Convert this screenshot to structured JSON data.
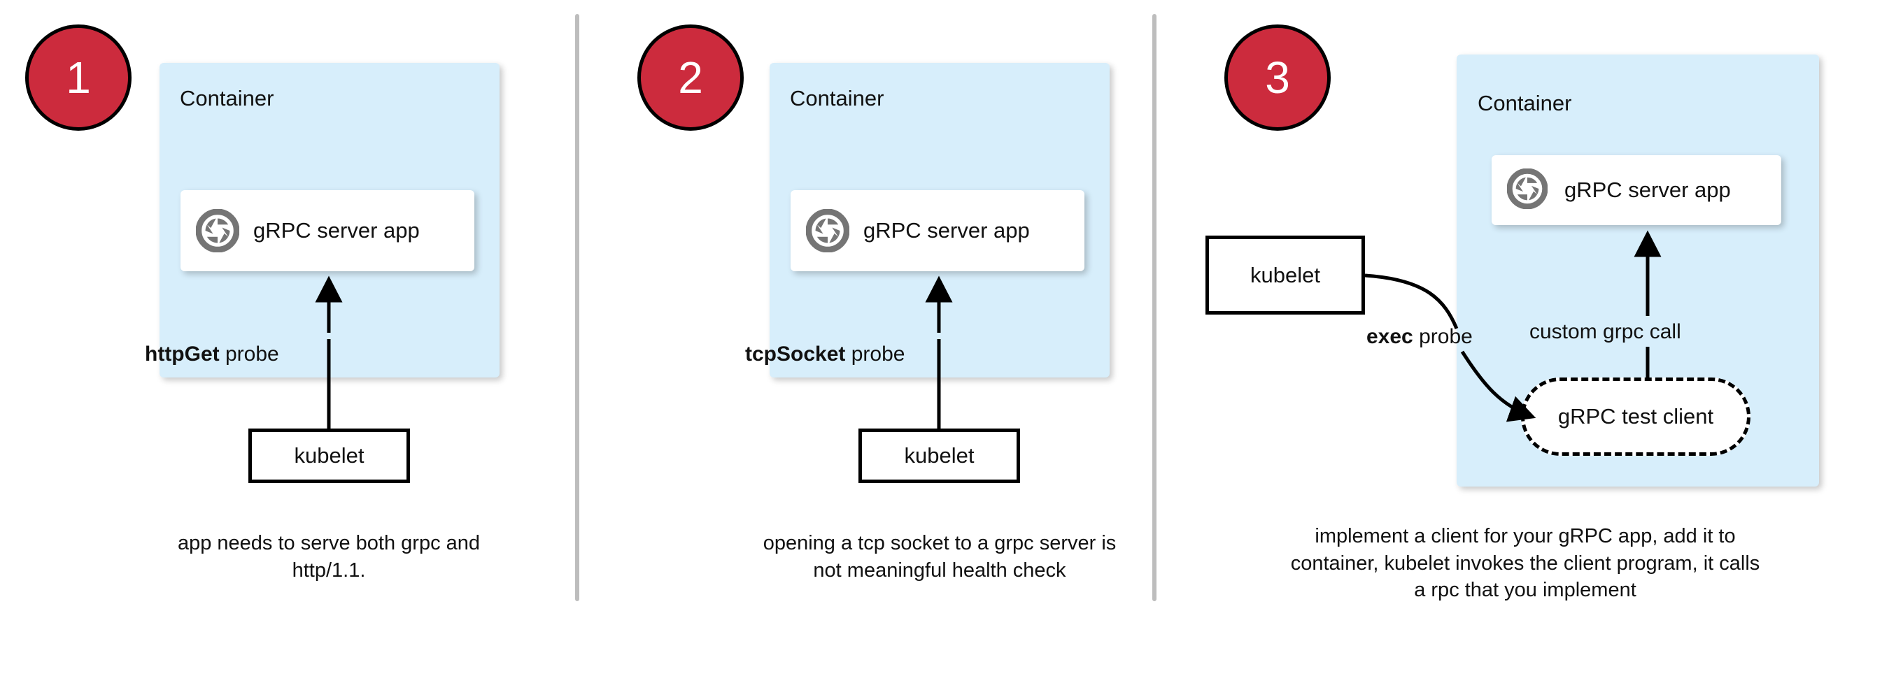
{
  "diagram": {
    "title_colors": {
      "badge_fill": "#cc2b3d",
      "badge_text": "#ffffff",
      "container_fill": "#d7eefb",
      "app_box_fill": "#ffffff",
      "icon_gray": "#757575",
      "divider_gray": "#bdbdbd",
      "stroke_black": "#000000"
    },
    "panels": [
      {
        "badge": "1",
        "container_label": "Container",
        "app_label": "gRPC server app",
        "app_icon": "grpc-aperture-icon",
        "probe_bold": "httpGet",
        "probe_rest": " probe",
        "kubelet_label": "kubelet",
        "caption": "app needs to serve both grpc and http/1.1."
      },
      {
        "badge": "2",
        "container_label": "Container",
        "app_label": "gRPC server app",
        "app_icon": "grpc-aperture-icon",
        "probe_bold": "tcpSocket",
        "probe_rest": " probe",
        "kubelet_label": "kubelet",
        "caption": "opening a tcp socket to a grpc server is not meaningful health check"
      },
      {
        "badge": "3",
        "container_label": "Container",
        "app_label": "gRPC server app",
        "app_icon": "grpc-aperture-icon",
        "probe_bold": "exec",
        "probe_rest": " probe",
        "kubelet_label": "kubelet",
        "call_label": "custom grpc call",
        "test_client_label": "gRPC test client",
        "caption": "implement a client for your gRPC app, add it to container, kubelet invokes the client program, it calls a rpc that you implement"
      }
    ]
  }
}
